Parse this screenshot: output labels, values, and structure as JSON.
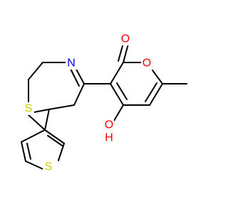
{
  "atoms": {
    "n1": {
      "element": "N",
      "color": "#0000FF"
    },
    "s_ring": {
      "element": "S",
      "color": "#CCCC00"
    },
    "s_thio": {
      "element": "S",
      "color": "#CCCC00"
    },
    "o_ring": {
      "element": "O",
      "color": "#FF0000"
    },
    "o_carbonyl": {
      "element": "O",
      "color": "#FF0000"
    },
    "oh_h": {
      "element": "H",
      "color": "#FF0000"
    },
    "oh_o": {
      "element": "O",
      "color": "#FF0000"
    }
  },
  "colors": {
    "bond": "#000000",
    "nitrogen": "#0000FF",
    "oxygen": "#FF0000",
    "sulfur": "#CCCC00"
  }
}
